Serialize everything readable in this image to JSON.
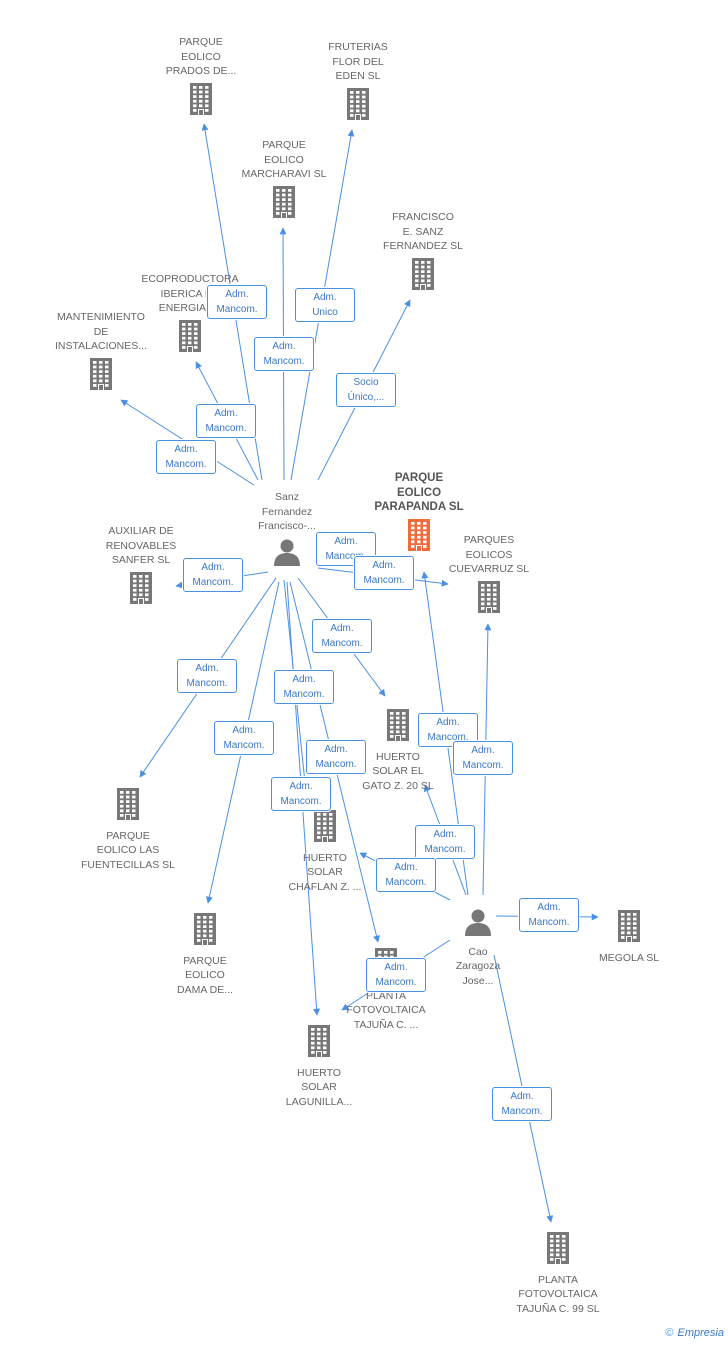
{
  "nodes": [
    {
      "id": "prados",
      "label": "PARQUE\nEOLICO\nPRADOS DE...",
      "kind": "company"
    },
    {
      "id": "fruterias",
      "label": "FRUTERIAS\nFLOR DEL\nEDEN SL",
      "kind": "company"
    },
    {
      "id": "marcharavi",
      "label": "PARQUE\nEOLICO\nMARCHARAVI SL",
      "kind": "company"
    },
    {
      "id": "francisco",
      "label": "FRANCISCO\nE.  SANZ\nFERNANDEZ  SL",
      "kind": "company"
    },
    {
      "id": "ecoproductora",
      "label": "ECOPRODUCTORA\nIBERICA DE\nENERGIA SL",
      "kind": "company"
    },
    {
      "id": "mantenimiento",
      "label": "MANTENIMIENTO\nDE\nINSTALACIONES...",
      "kind": "company"
    },
    {
      "id": "parapanda",
      "label": "PARQUE\nEOLICO\nPARAPANDA SL",
      "kind": "company",
      "focus": true
    },
    {
      "id": "sanz",
      "label": "Sanz\nFernandez\nFrancisco-...",
      "kind": "person"
    },
    {
      "id": "auxiliar",
      "label": "AUXILIAR DE\nRENOVABLES\nSANFER SL",
      "kind": "company"
    },
    {
      "id": "cuevarruz",
      "label": "PARQUES\nEOLICOS\nCUEVARRUZ SL",
      "kind": "company"
    },
    {
      "id": "gato",
      "label": "HUERTO\nSOLAR EL\nGATO Z.  20 SL",
      "kind": "company"
    },
    {
      "id": "fuentecillas",
      "label": "PARQUE\nEOLICO LAS\nFUENTECILLAS SL",
      "kind": "company"
    },
    {
      "id": "chaflan",
      "label": "HUERTO\nSOLAR\nCHAFLAN Z. ...",
      "kind": "company"
    },
    {
      "id": "cao",
      "label": "Cao\nZaragoza\nJose...",
      "kind": "person"
    },
    {
      "id": "megola",
      "label": "MEGOLA SL",
      "kind": "company"
    },
    {
      "id": "dama",
      "label": "PARQUE\nEOLICO\nDAMA DE...",
      "kind": "company"
    },
    {
      "id": "planta_tajuna",
      "label": "PLANTA\nFOTOVOLTAICA\nTAJUÑA C. ...",
      "kind": "company"
    },
    {
      "id": "lagunilla",
      "label": "HUERTO\nSOLAR\nLAGUNILLA...",
      "kind": "company"
    },
    {
      "id": "planta99",
      "label": "PLANTA\nFOTOVOLTAICA\nTAJUÑA C. 99 SL",
      "kind": "company"
    }
  ],
  "relations": [
    {
      "from": "sanz",
      "to": "prados",
      "label": "Adm.\nMancom."
    },
    {
      "from": "sanz",
      "to": "fruterias",
      "label": "Adm.\nUnico"
    },
    {
      "from": "sanz",
      "to": "marcharavi",
      "label": "Adm.\nMancom."
    },
    {
      "from": "sanz",
      "to": "francisco",
      "label": "Socio\nÚnico,..."
    },
    {
      "from": "sanz",
      "to": "ecoproductora",
      "label": "Adm.\nMancom."
    },
    {
      "from": "sanz",
      "to": "mantenimiento",
      "label": "Adm.\nMancom."
    },
    {
      "from": "sanz",
      "to": "parapanda",
      "label": "Adm.\nMancom."
    },
    {
      "from": "sanz",
      "to": "cuevarruz",
      "label": "Adm.\nMancom."
    },
    {
      "from": "sanz",
      "to": "auxiliar",
      "label": "Adm.\nMancom."
    },
    {
      "from": "sanz",
      "to": "gato",
      "label": "Adm.\nMancom."
    },
    {
      "from": "sanz",
      "to": "fuentecillas",
      "label": "Adm.\nMancom."
    },
    {
      "from": "sanz",
      "to": "chaflan",
      "label": "Adm.\nMancom."
    },
    {
      "from": "sanz",
      "to": "dama",
      "label": "Adm.\nMancom."
    },
    {
      "from": "sanz",
      "to": "planta_tajuna",
      "label": "Adm.\nMancom."
    },
    {
      "from": "sanz",
      "to": "lagunilla",
      "label": "Adm.\nMancom."
    },
    {
      "from": "cao",
      "to": "parapanda",
      "label": "Adm.\nMancom."
    },
    {
      "from": "cao",
      "to": "cuevarruz",
      "label": "Adm.\nMancom."
    },
    {
      "from": "cao",
      "to": "gato",
      "label": "Adm.\nMancom."
    },
    {
      "from": "cao",
      "to": "chaflan",
      "label": "Adm.\nMancom."
    },
    {
      "from": "cao",
      "to": "megola",
      "label": "Adm.\nMancom."
    },
    {
      "from": "cao",
      "to": "lagunilla",
      "label": "Adm.\nMancom."
    },
    {
      "from": "cao",
      "to": "planta99",
      "label": "Adm.\nMancom."
    }
  ],
  "colors": {
    "edge": "#4a90e2",
    "company": "#777777",
    "focus": "#f26b3a",
    "person": "#777777"
  },
  "brand": {
    "symbol": "©",
    "name": "Empresia"
  }
}
